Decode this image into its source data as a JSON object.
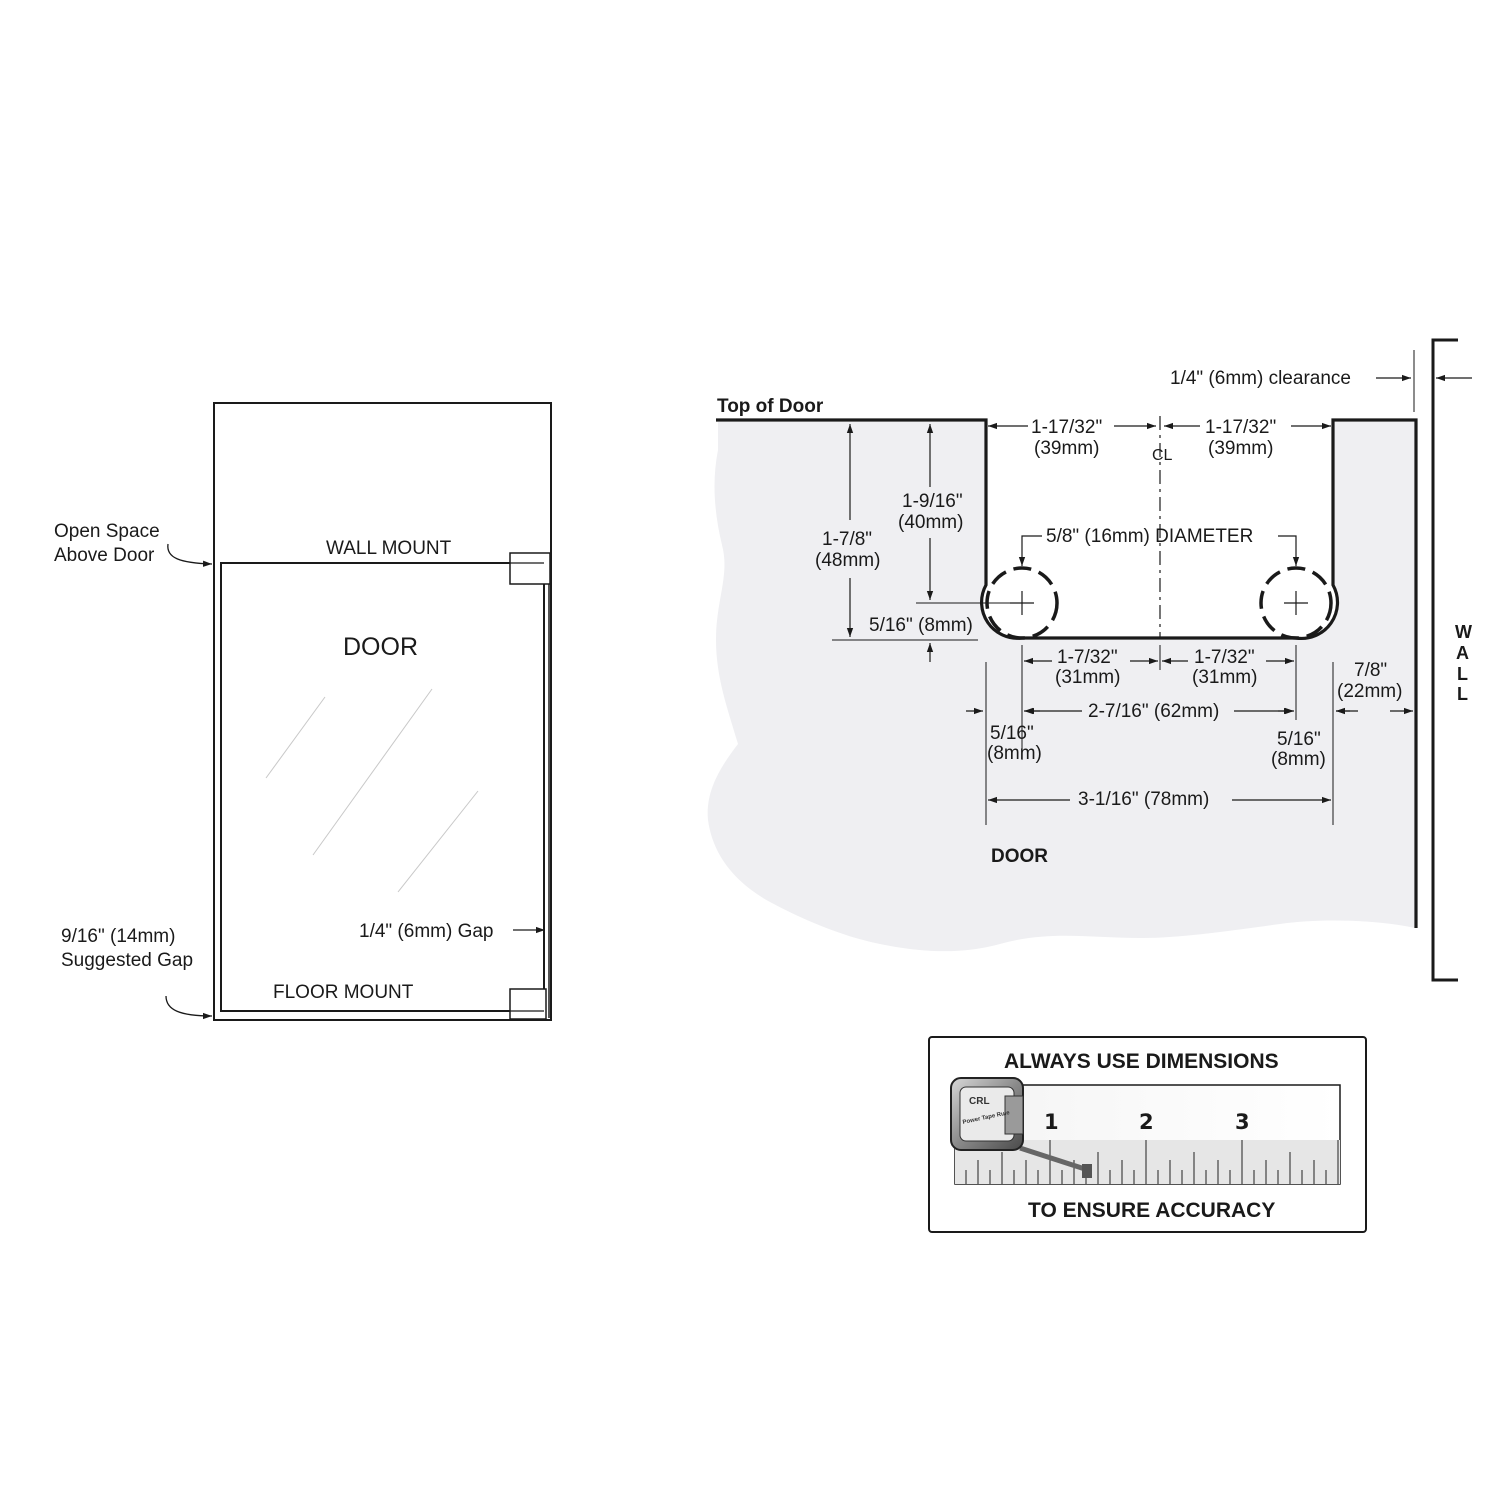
{
  "left_elevation": {
    "open_space_label_line1": "Open Space",
    "open_space_label_line2": "Above Door",
    "wall_mount_label": "WALL MOUNT",
    "door_label": "DOOR",
    "gap_label": "1/4\" (6mm) Gap",
    "suggested_gap_line1": "9/16\" (14mm)",
    "suggested_gap_line2": "Suggested Gap",
    "floor_mount_label": "FLOOR MOUNT"
  },
  "detail": {
    "clearance_label": "1/4\" (6mm) clearance",
    "top_of_door_label": "Top of Door",
    "left_offset_in": "1-17/32\"",
    "left_offset_mm": "(39mm)",
    "right_offset_in": "1-17/32\"",
    "right_offset_mm": "(39mm)",
    "centerline_symbol": "CL",
    "height_total_in": "1-7/8\"",
    "height_total_mm": "(48mm)",
    "height_to_hole_in": "1-9/16\"",
    "height_to_hole_mm": "(40mm)",
    "diameter_label": "5/8\" (16mm) DIAMETER",
    "bottom_offset_label": "5/16\" (8mm)",
    "hole_left_in": "1-7/32\"",
    "hole_left_mm": "(31mm)",
    "hole_right_in": "1-7/32\"",
    "hole_right_mm": "(31mm)",
    "wall_gap_in": "7/8\"",
    "wall_gap_mm": "(22mm)",
    "hole_spacing_label": "2-7/16\" (62mm)",
    "edge_left_in": "5/16\"",
    "edge_left_mm": "(8mm)",
    "edge_right_in": "5/16\"",
    "edge_right_mm": "(8mm)",
    "overall_width_label": "3-1/16\" (78mm)",
    "door_label": "DOOR",
    "wall_letters": [
      "W",
      "A",
      "L",
      "L"
    ]
  },
  "accuracy_box": {
    "title": "ALWAYS USE DIMENSIONS",
    "subtitle": "TO ENSURE ACCURACY",
    "ruler_numbers": [
      "1",
      "2",
      "3"
    ],
    "tape_brand": "CRL",
    "tape_model": "Power Tape Rule"
  }
}
